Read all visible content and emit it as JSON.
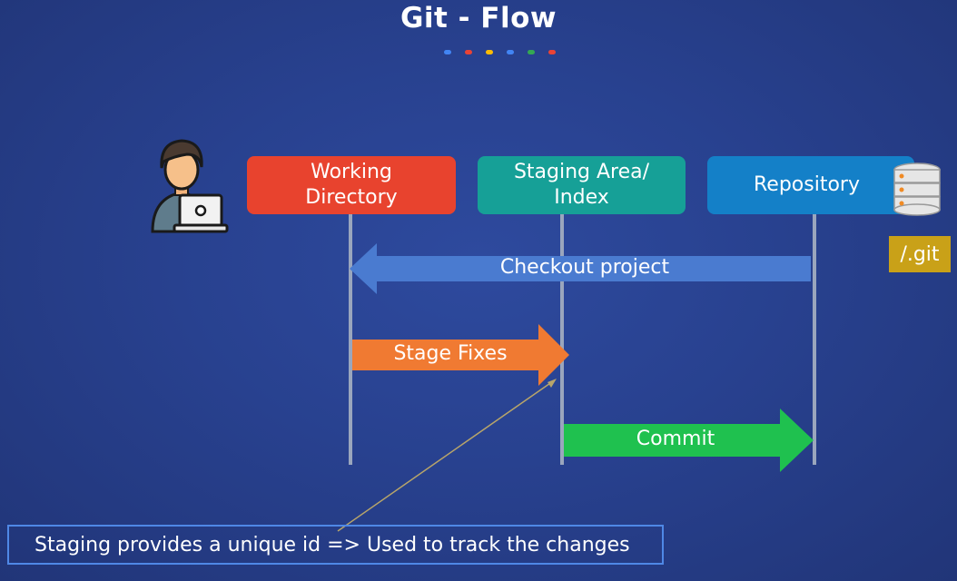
{
  "title": "Git - Flow",
  "dot_colors": [
    "#4285f4",
    "#ea4335",
    "#fbbc05",
    "#4285f4",
    "#34a853",
    "#ea4335"
  ],
  "boxes": {
    "working_directory": {
      "line1": "Working",
      "line2": "Directory",
      "color": "#e8432e"
    },
    "staging_area": {
      "line1": "Staging Area/",
      "line2": "Index",
      "color": "#16a097"
    },
    "repository": {
      "label": "Repository",
      "color": "#1480c8"
    }
  },
  "arrows": {
    "checkout": {
      "label": "Checkout project",
      "color": "#4a7bd0"
    },
    "stage": {
      "label": "Stage Fixes",
      "color": "#f07a32"
    },
    "commit": {
      "label": "Commit",
      "color": "#1fc14f"
    }
  },
  "git_tag": "/.git",
  "note": "Staging provides a unique id =>  Used to track the changes",
  "icons": [
    "developer-avatar-icon",
    "database-icon"
  ]
}
